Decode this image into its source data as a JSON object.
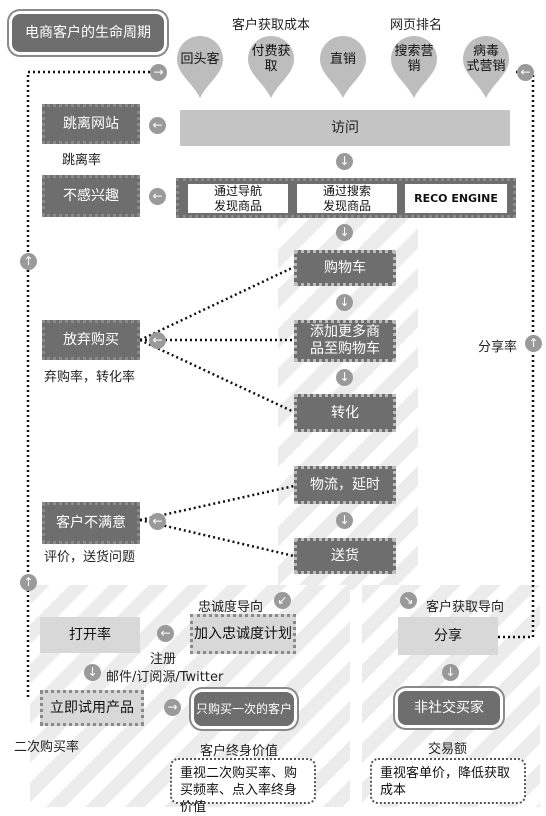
{
  "title": "电商客户的生命周期",
  "header": {
    "cost_label": "客户获取成本",
    "rank_label": "网页排名"
  },
  "channels": [
    "回头客",
    "付费获取",
    "直销",
    "搜索营销",
    "病毒\n式营销"
  ],
  "visit": "访问",
  "discovery": [
    "通过导航\n发现商品",
    "通过搜索\n发现商品",
    "RECO ENGINE"
  ],
  "funnel": {
    "cart": "购物车",
    "add_more": "添加更多商\n品至购物车",
    "convert": "转化",
    "logistics": "物流，延时",
    "delivery": "送货"
  },
  "left": {
    "bounce": "跳离网站",
    "bounce_rate": "跳离率",
    "not_interested": "不感兴趣",
    "abandon": "放弃购买",
    "abandon_rate": "弃购率，转化率",
    "unsatisfied": "客户不满意",
    "review": "评价，送货问题"
  },
  "right": {
    "share_rate": "分享率"
  },
  "bottom": {
    "loyalty_orient": "忠诚度导向",
    "loyalty_program": "加入忠诚度计划",
    "open_rate": "打开率",
    "register": "注册",
    "channels": "邮件/订阅源/Twitter",
    "trial": "立即试用产品",
    "repeat_rate": "二次购买率",
    "one_time": "只购买一次的客户",
    "ltv": "客户终身价值",
    "ltv_note": "重视二次购买率、购买频率、点入率终身价值",
    "acq_orient": "客户获取导向",
    "share": "分享",
    "non_social": "非社交买家",
    "volume": "交易额",
    "volume_note": "重视客单价，降低获取成本"
  }
}
